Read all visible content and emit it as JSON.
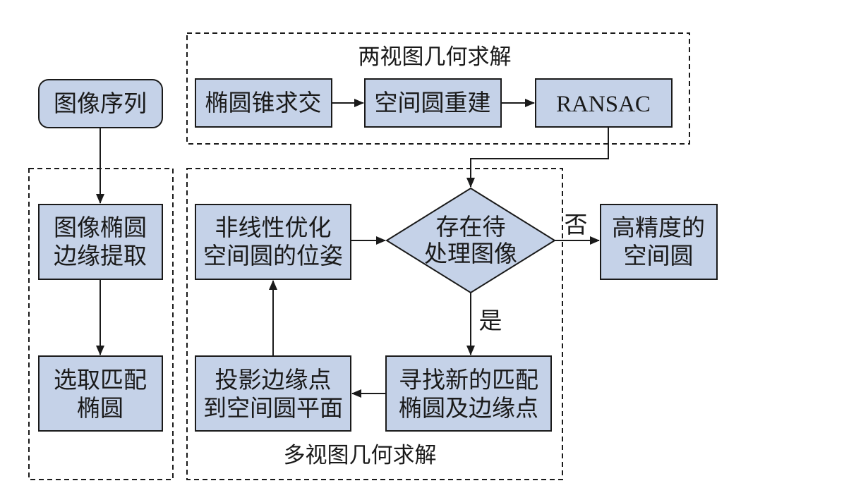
{
  "regions": {
    "two_view": {
      "title": "两视图几何求解"
    },
    "multi_view": {
      "title": "多视图几何求解"
    },
    "left": {
      "title": ""
    }
  },
  "nodes": {
    "image_sequence": {
      "lines": [
        "图像序列"
      ]
    },
    "ellipse_cone": {
      "lines": [
        "椭圆锥求交"
      ]
    },
    "circle_reconstruct": {
      "lines": [
        "空间圆重建"
      ]
    },
    "ransac": {
      "lines": [
        "RANSAC"
      ]
    },
    "edge_extract": {
      "lines": [
        "图像椭圆",
        "边缘提取"
      ]
    },
    "select_match": {
      "lines": [
        "选取匹配",
        "椭圆"
      ]
    },
    "nonlinear_opt": {
      "lines": [
        "非线性优化",
        "空间圆的位姿"
      ]
    },
    "decision": {
      "lines": [
        "存在待",
        "处理图像"
      ]
    },
    "high_precision": {
      "lines": [
        "高精度的",
        "空间圆"
      ]
    },
    "project_points": {
      "lines": [
        "投影边缘点",
        "到空间圆平面"
      ]
    },
    "find_new": {
      "lines": [
        "寻找新的匹配",
        "椭圆及边缘点"
      ]
    }
  },
  "edge_labels": {
    "no": "否",
    "yes": "是"
  }
}
